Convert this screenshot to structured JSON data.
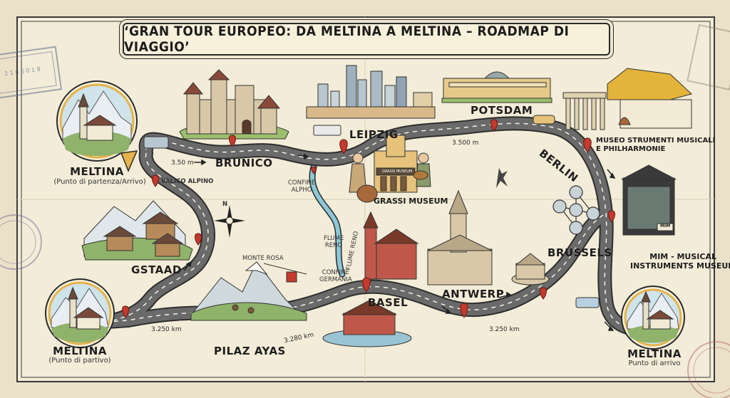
{
  "title": "‘GRAN TOUR EUROPEO: DA MELTINA A MELTINA – ROADMAP DI VIAGGIO’",
  "places": {
    "meltina_top": {
      "name": "MELTINA",
      "note": "(Punto di partenza/Arrivo)"
    },
    "meltina_bottom_left": {
      "name": "MELTINA",
      "note": "(Punto di partivo)"
    },
    "meltina_end": {
      "name": "MELTINA",
      "note": "Punto di arrivo"
    },
    "brunico": "BRUNICO",
    "leipzig": "LEIPZIG",
    "potsdam": "POTSDAM",
    "berlin": "BERLIN",
    "museo_strumenti": [
      "MUSEO STRUMENTI MUSICALI",
      "E PHILHARMONIE"
    ],
    "grassi": "GRASSI MUSEUM",
    "gstaad": "GSTAAD",
    "pilaz_ayas": "PILAZ AYAS",
    "basel": "BASEL",
    "antwerp": "ANTWERP",
    "brussels": "BRUSSELS",
    "mim": [
      "MIM - MUSICAL",
      "INSTRUMENTS MUSEUM"
    ]
  },
  "labels": {
    "valico_alpino": "VALICO ALPINO",
    "monte_rosa": "MONTE ROSA",
    "confine_alpho": [
      "CONFINE",
      "ALPHO"
    ],
    "fiume_reno_a": [
      "FLUME",
      "RENO"
    ],
    "fiume_reno_b": "FLUME RENO",
    "confine_germania": [
      "CONFINE",
      "GERMANIA"
    ],
    "compass_n": "N",
    "grassi_sign": "GRASSI MUSEUM",
    "mim_sign": "MIM",
    "postmark": "2 1 8 6 0 1 8"
  },
  "distances": {
    "d1": "3.50 m",
    "d2": "3.500 m",
    "d3": "3.250 km",
    "d4": "3.280 km",
    "d5": "3.250 km"
  },
  "colors": {
    "road": "#5a5a5a",
    "road_edge": "#2e2e2e",
    "pin": "#c43a2e",
    "river": "#8cc8d8",
    "paper": "#efe6cf"
  }
}
